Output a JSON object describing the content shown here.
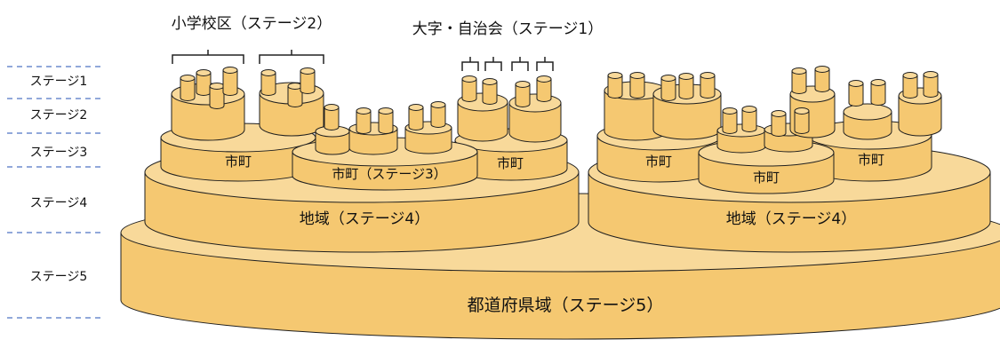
{
  "title_school": "小学校区（ステージ2）",
  "title_aza": "大字・自治会（ステージ1）",
  "stages": [
    "ステージ1",
    "ステージ2",
    "ステージ3",
    "ステージ4",
    "ステージ5"
  ],
  "pref_label": "都道府県域（ステージ5）",
  "region_left": "地域（ステージ4）",
  "region_right": "地域（ステージ4）",
  "city": "市町",
  "city_stage3": "市町（ステージ3）",
  "colors": {
    "fill": "#f5c871",
    "top": "#f8d99a",
    "guide": "#4f75c4"
  }
}
